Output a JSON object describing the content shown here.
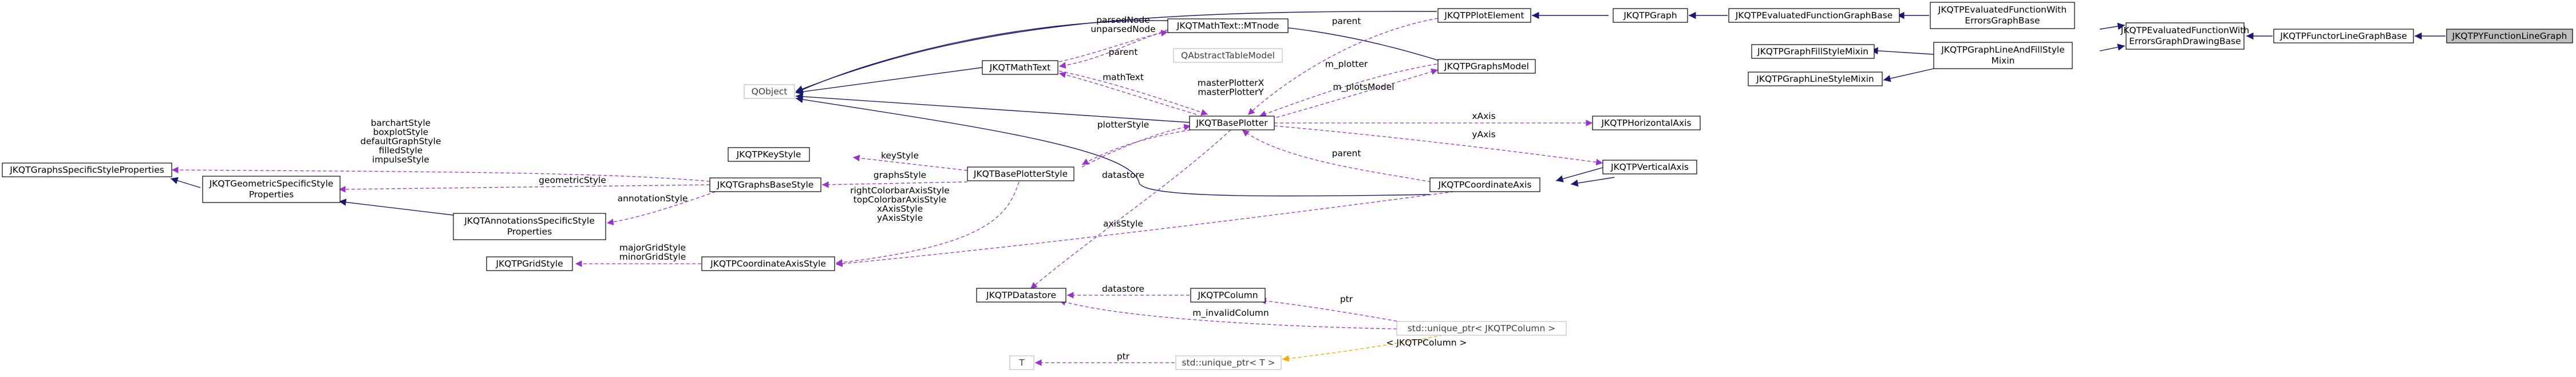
{
  "nodes": {
    "fline": "JKQTPYFunctionLineGraph",
    "functor": "JKQTPFunctorLineGraphBase",
    "eferrdraw": [
      "JKQTPEvaluatedFunctionWith",
      "ErrorsGraphDrawingBase"
    ],
    "eferr": [
      "JKQTPEvaluatedFunctionWith",
      "ErrorsGraphBase"
    ],
    "efgraph": "JKQTPEvaluatedFunctionGraphBase",
    "graph": "JKQTPGraph",
    "plotelem": "JKQTPPlotElement",
    "linefill": [
      "JKQTPGraphLineAndFillStyle",
      "Mixin"
    ],
    "fillmixin": "JKQTPGraphFillStyleMixin",
    "linemixin": "JKQTPGraphLineStyleMixin",
    "mtnode": "JKQTMathText::MTnode",
    "abstbl": "QAbstractTableModel",
    "mathtext": "JKQTMathText",
    "qobject": "QObject",
    "graphsmodel": "JKQTPGraphsModel",
    "baseplotter": "JKQTBasePlotter",
    "haxis": "JKQTPHorizontalAxis",
    "vaxis": "JKQTPVerticalAxis",
    "coordaxis": "JKQTPCoordinateAxis",
    "specstyle": "JKQTGraphsSpecificStyleProperties",
    "geomstyle": [
      "JKQTGeometricSpecificStyle",
      "Properties"
    ],
    "annostyle": [
      "JKQTAnnotationsSpecificStyle",
      "Properties"
    ],
    "keystyle": "JKQTPKeyStyle",
    "graphsbase": "JKQTGraphsBaseStyle",
    "bpstyle": "JKQTBasePlotterStyle",
    "gridstyle": "JKQTPGridStyle",
    "axisstyle": "JKQTPCoordinateAxisStyle",
    "datastore": "JKQTPDatastore",
    "column": "JKQTPColumn",
    "uptrcol": "std::unique_ptr< JKQTPColumn >",
    "tnode": "T",
    "uptrt": "std::unique_ptr< T >"
  },
  "edge_labels": {
    "parsed": [
      "parsedNode",
      "unparsedNode"
    ],
    "parent_mt": "parent",
    "mathtext": "mathText",
    "parent_pe": "parent",
    "m_plotter": "m_plotter",
    "masterPlotter": [
      "masterPlotterX",
      "masterPlotterY"
    ],
    "m_plotsModel": "m_plotsModel",
    "plotterStyle": "plotterStyle",
    "xAxis": "xAxis",
    "yAxis": "yAxis",
    "parent_ax": "parent",
    "datastore_bp": "datastore",
    "axisStyle": "axisStyle",
    "specstyles": [
      "barchartStyle",
      "boxplotStyle",
      "defaultGraphStyle",
      "filledStyle",
      "impulseStyle"
    ],
    "geometricStyle": "geometricStyle",
    "annotationStyle": "annotationStyle",
    "keyStyle": "keyStyle",
    "graphsStyle": "graphsStyle",
    "axisStyles": [
      "rightColorbarAxisStyle",
      "topColorbarAxisStyle",
      "xAxisStyle",
      "yAxisStyle"
    ],
    "gridStyles": [
      "majorGridStyle",
      "minorGridStyle"
    ],
    "datastore_col": "datastore",
    "ptr_col": "ptr",
    "m_invalidColumn": "m_invalidColumn",
    "uptr_tpl": "< JKQTPColumn >",
    "ptr_t": "ptr"
  }
}
